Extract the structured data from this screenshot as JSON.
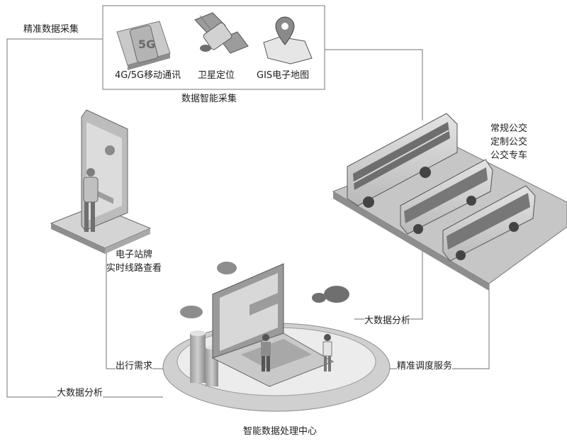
{
  "labels": {
    "precise_collection": "精准数据采集",
    "smart_collection": "数据智能采集",
    "sources": [
      "4G/5G移动通讯",
      "卫星定位",
      "GIS电子地图"
    ],
    "bus_types": [
      "常规公交",
      "定制公交",
      "公交专车"
    ],
    "signage": [
      "电子站牌",
      "实时线路查看"
    ],
    "big_data_right": "大数据分析",
    "travel_demand": "出行需求",
    "dispatch": "精准调度服务",
    "big_data_left": "大数据分析",
    "center": "智能数据处理中心"
  },
  "icons": [
    "5g-phone-icon",
    "satellite-icon",
    "map-pin-icon",
    "bus-icon",
    "phone-sign-icon",
    "computer-icon",
    "cloud-icon"
  ]
}
